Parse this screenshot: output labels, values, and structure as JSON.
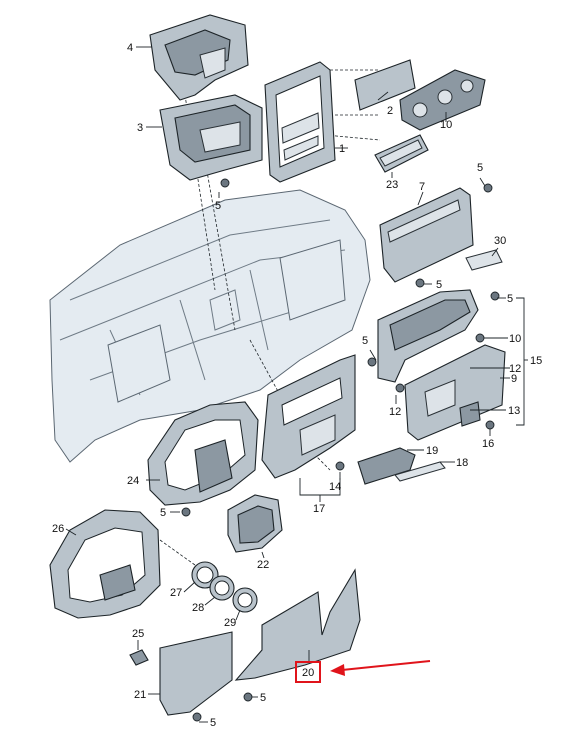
{
  "diagram": {
    "highlight_color": "#e0141b",
    "highlighted_part": "20",
    "labels": {
      "p1": "1",
      "p2": "2",
      "p3": "3",
      "p4": "4",
      "p5a": "5",
      "p5b": "5",
      "p5c": "5",
      "p5d": "5",
      "p5e": "5",
      "p5f": "5",
      "p5g": "5",
      "p7": "7",
      "p9": "9",
      "p10a": "10",
      "p10b": "10",
      "p12a": "12",
      "p12b": "12",
      "p13": "13",
      "p14": "14",
      "p15": "15",
      "p16": "16",
      "p17": "17",
      "p18": "18",
      "p19": "19",
      "p20": "20",
      "p21": "21",
      "p22": "22",
      "p23": "23",
      "p24": "24",
      "p25": "25",
      "p26": "26",
      "p27": "27",
      "p28": "28",
      "p29": "29",
      "p30": "30"
    }
  }
}
